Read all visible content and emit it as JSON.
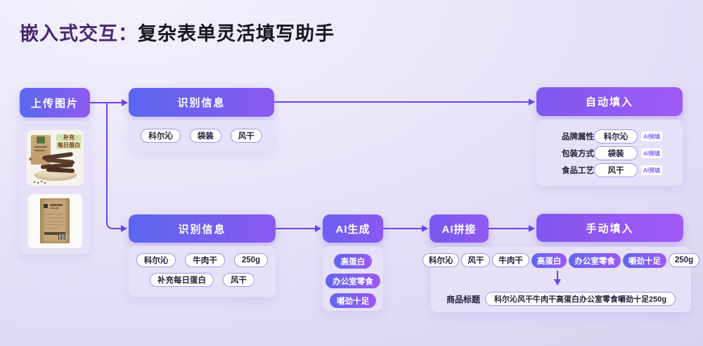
{
  "title": {
    "prefix": "嵌入式交互：",
    "main": "复杂表单灵活填写助手"
  },
  "upload_button": "上传图片",
  "product_card": {
    "image1_badge": {
      "line1": "补充",
      "line2": "每日蛋白"
    }
  },
  "top_flow": {
    "recognize_header": "识别信息",
    "recognize_tags": [
      "科尔沁",
      "袋装",
      "风干"
    ],
    "autofill_header": "自动填入",
    "autofill_rows": [
      {
        "field": "品牌属性",
        "value": "科尔沁",
        "badge": "AI预填"
      },
      {
        "field": "包装方式",
        "value": "袋装",
        "badge": "AI预填"
      },
      {
        "field": "食品工艺",
        "value": "风干",
        "badge": "AI预填"
      }
    ]
  },
  "bottom_flow": {
    "recognize_header": "识别信息",
    "recognize_tags_row1": [
      "科尔沁",
      "牛肉干",
      "250g"
    ],
    "recognize_tags_row2": [
      "补充每日蛋白",
      "风干"
    ],
    "ai_generate_header": "AI生成",
    "ai_generate_tags": [
      "高蛋白",
      "办公室零食",
      "嚼劲十足"
    ],
    "ai_splice_header": "AI拼接",
    "manual_fill_header": "手动填入",
    "merged_tags": [
      "科尔沁",
      "风干",
      "牛肉干",
      "高蛋白",
      "办公室零食",
      "嚼劲十足",
      "250g"
    ],
    "result_label": "商品标题",
    "result_value": "科尔沁风干牛肉干高蛋白办公室零食嚼劲十足250g"
  },
  "colors": {
    "accent_purple": "#7a5af0",
    "arrow": "#6a45e8",
    "header_gradient_start": "#5b65ee",
    "header_gradient_end": "#a05af4",
    "card_bg": "#e6e1f6",
    "title_highlight": "#46286f"
  }
}
